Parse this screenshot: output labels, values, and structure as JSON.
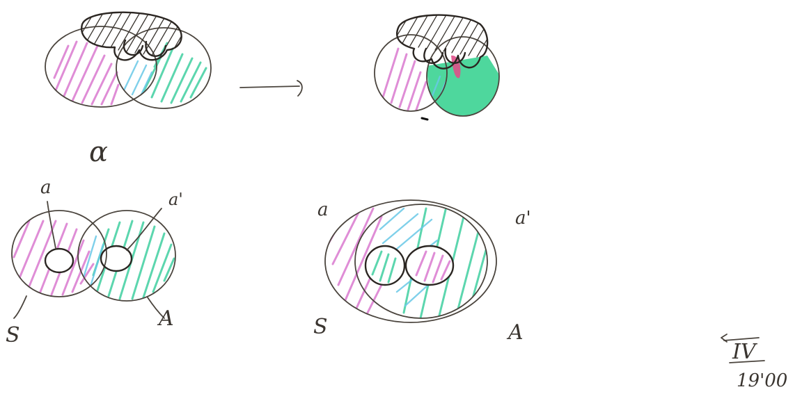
{
  "labels": {
    "alpha": "α",
    "bottom_left_a": "a",
    "bottom_left_a_prime": "a'",
    "bottom_left_S": "S",
    "bottom_left_A": "A",
    "bottom_right_a": "a",
    "bottom_right_a_prime": "a'",
    "bottom_right_S": "S",
    "bottom_right_A": "A",
    "page_number": "IV",
    "time": "19'00"
  },
  "colors": {
    "ink": "#4a443d",
    "pink": "#d979cf",
    "teal": "#3fcfa0",
    "blue": "#69c8e6",
    "magenta_fill": "#e0508a",
    "green_fill": "#2fd08c"
  },
  "elements": {
    "arrow": "right-arrow"
  }
}
